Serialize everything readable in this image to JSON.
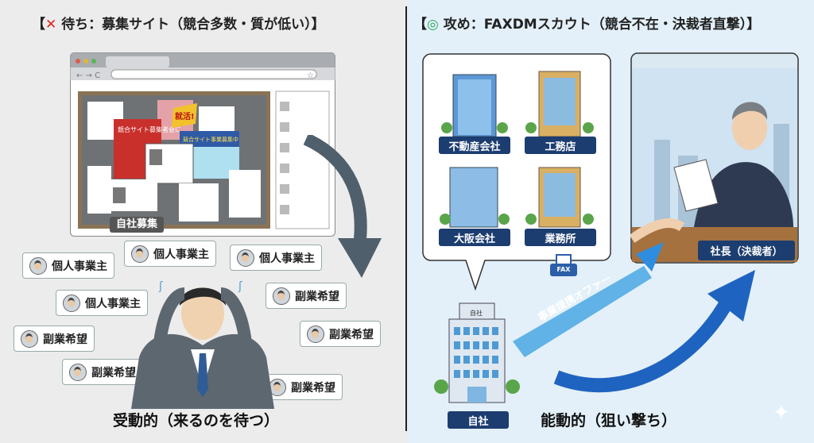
{
  "left": {
    "title_mark": "✕",
    "title": "待ち：募集サイト（競合多数・質が低い）",
    "browser": {
      "poster_texts": [
        "競合サイト募集者会に",
        "就活!",
        "競合サイト事業募集中"
      ],
      "own_label": "自社募集"
    },
    "pills": [
      "個人事業主",
      "個人事業主",
      "個人事業主",
      "個人事業主",
      "副業希望",
      "副業希望",
      "副業希望",
      "副業希望",
      "副業希望"
    ],
    "caption": "受動的（来るのを待つ）"
  },
  "right": {
    "title_mark": "◎",
    "title": "攻め：FAXDMスカウト（競合不在・決裁者直撃）",
    "companies": [
      "不動産会社",
      "工務店",
      "大阪会社",
      "業務所"
    ],
    "fax_label": "FAX",
    "offer_label": "事業提携オファー",
    "ceo_label": "社長（決裁者）",
    "own_company": "自社",
    "own_company_sign": "自社",
    "caption": "能動的（狙い撃ち）"
  },
  "colors": {
    "cross": "#e02020",
    "circle": "#2eaa5a",
    "navy": "#1c3d70",
    "arrow_blue": "#1f63c0"
  }
}
